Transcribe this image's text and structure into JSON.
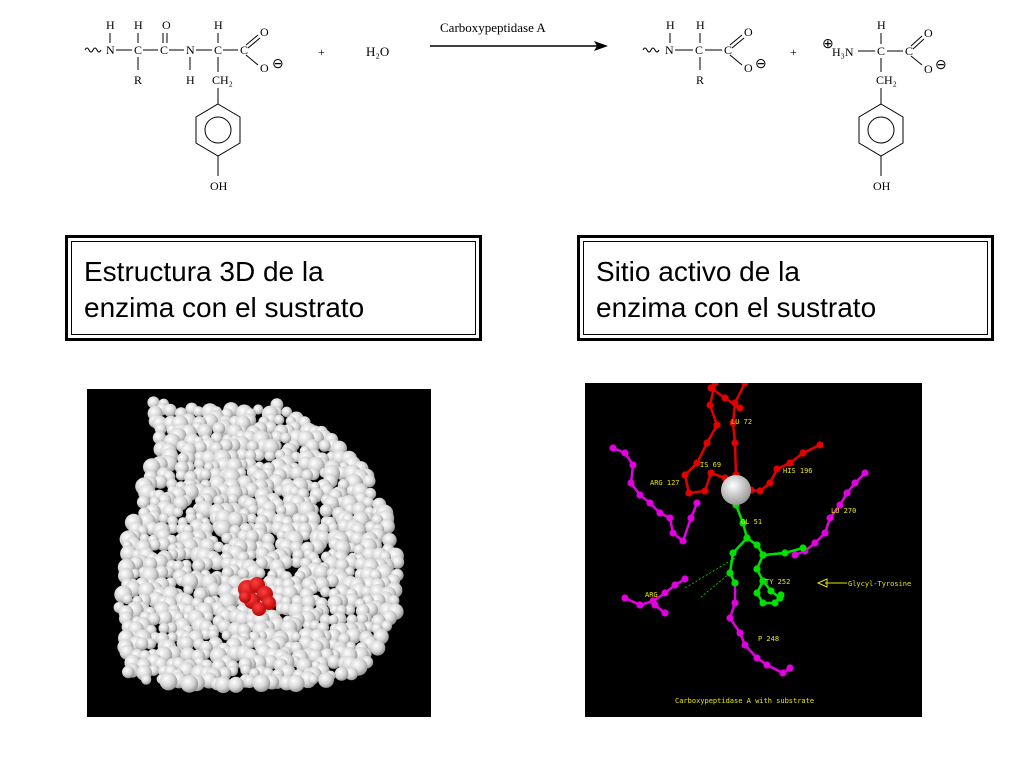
{
  "reaction": {
    "enzyme_label": "Carboxypeptidase A",
    "water": "H₂O",
    "plus": "+",
    "atoms": {
      "H": "H",
      "N": "N",
      "C": "C",
      "O": "O",
      "R": "R",
      "OH": "OH",
      "CH2": "CH₂",
      "H3N": "H₃N",
      "minus": "⊖",
      "plus_charge": "⊕"
    }
  },
  "captions": {
    "left": {
      "line1": "Estructura 3D de la",
      "line2": "enzima con el sustrato"
    },
    "right": {
      "line1": "Sitio activo de la",
      "line2": "enzima con el sustrato"
    }
  },
  "active_site": {
    "labels": {
      "glu72": "LU  72",
      "his69": "IS  69",
      "his196": "HIS  196",
      "arg127": "ARG  127",
      "glu270": "LU  270",
      "gly51": "GL   51",
      "tyr252": "TY  252",
      "arg145": "ARG",
      "tyr248": "P  248",
      "ligand": "Glycyl-Tyrosine"
    },
    "caption": "Carboxypeptidase A with substrate",
    "colors": {
      "zinc_ligands": "#e00000",
      "residues": "#e000e0",
      "substrate": "#00e000",
      "labels": "#e8e800",
      "surface": "#d8d8d8",
      "pocket": "#e00000"
    }
  }
}
